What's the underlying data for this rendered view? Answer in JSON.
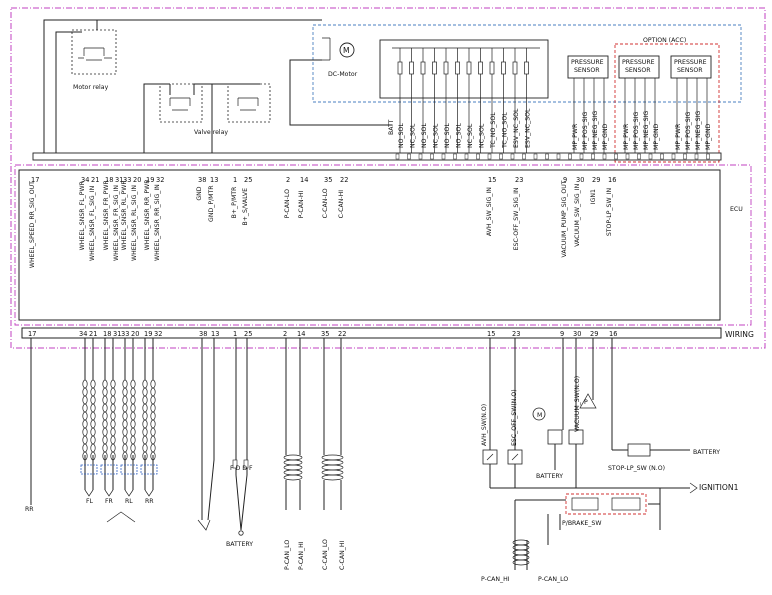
{
  "top": {
    "motor_relay": "Motor relay",
    "valve_relay": "Valve relay",
    "dc_motor": "DC-Motor",
    "motor_symbol": "M",
    "option_acc": "OPTION (ACC)",
    "pressure_sensor": [
      "PRESSURE",
      "SENSOR"
    ],
    "batt": "BATT",
    "solenoids": [
      "NO_SOL",
      "NC_SOL",
      "NO_SOL",
      "NC_SOL",
      "NO_SOL",
      "NO_SOL",
      "NC_SOL",
      "NC_SOL",
      "TC_NO_SOL",
      "TC_NO_SOL",
      "ESV_NC_SOL",
      "ESV_NC_SOL"
    ],
    "sensor_pins": [
      "MP_PWR",
      "MP_POS_SIG",
      "MP_NEG_SIG",
      "MP_GND",
      "MP_PWR",
      "MP_POS_SIG",
      "MP_NEG_SIG",
      "MP_GND",
      "MP_PWR",
      "MP_POS_SIG",
      "MP_NEG_SIG",
      "MP_GND"
    ]
  },
  "ecu": {
    "label": "ECU",
    "pins": [
      {
        "num": "17",
        "name": "WHEEL_SPEED_RR_SIG_OUT"
      },
      {
        "num": "34",
        "name": "WHEEL_SNSR_FL_PWR"
      },
      {
        "num": "21",
        "name": "WHEEL_SNSR_FL_SIG_IN"
      },
      {
        "num": "18",
        "name": "WHEEL_SNSR_FR_PWR"
      },
      {
        "num": "31",
        "name": "WHEEL_SNSR_FR_SIG_IN"
      },
      {
        "num": "33",
        "name": "WHEEL_SNSR_RL_PWR"
      },
      {
        "num": "20",
        "name": "WHEEL_SNSR_RL_SIG_IN"
      },
      {
        "num": "19",
        "name": "WHEEL_SNSR_RR_PWR"
      },
      {
        "num": "32",
        "name": "WHEEL_SNSR_RR_SIG_IN"
      },
      {
        "num": "38",
        "name": "GND"
      },
      {
        "num": "13",
        "name": "GND_P/MTR"
      },
      {
        "num": "1",
        "name": "B+_P/MTR"
      },
      {
        "num": "25",
        "name": "B+_S/VALVE"
      },
      {
        "num": "2",
        "name": "P-CAN-LO"
      },
      {
        "num": "14",
        "name": "P-CAN-HI"
      },
      {
        "num": "35",
        "name": "C-CAN-LO"
      },
      {
        "num": "22",
        "name": "C-CAN-HI"
      },
      {
        "num": "15",
        "name": "AVH_SW_SIG_IN"
      },
      {
        "num": "23",
        "name": "ESC-OFF_SW_SIG_IN"
      },
      {
        "num": "9",
        "name": "VACUUM_PUMP_SIG_OUT"
      },
      {
        "num": "30",
        "name": "VACUUM_SW_SIG_IN"
      },
      {
        "num": "29",
        "name": "IGN1"
      },
      {
        "num": "16",
        "name": "STOP-LP_SW_IN"
      }
    ]
  },
  "wiring": {
    "label": "WIRING",
    "pin_numbers": [
      "17",
      "34",
      "21",
      "18",
      "31",
      "33",
      "20",
      "19",
      "32",
      "38",
      "13",
      "1",
      "25",
      "2",
      "14",
      "35",
      "22",
      "15",
      "23",
      "9",
      "30",
      "29",
      "16"
    ]
  },
  "bottom": {
    "rr": "RR",
    "wheels": [
      "FL",
      "FR",
      "RL",
      "RR"
    ],
    "fuse": "F D D F",
    "battery": "BATTERY",
    "can_lines": [
      "P-CAN_LO",
      "P-CAN_HI",
      "C-CAN_LO",
      "C-CAN_HI"
    ],
    "avh_sw": "AVH_SW(N.O)",
    "esc_sw": "ESC_OFF_SW(N.O)",
    "vacuum_sw": "VACUUM_SW(N.O)",
    "pump_symbol": "M",
    "p_symbol": "P",
    "battery2": "BATTERY",
    "stoplp_sw": "STOP-LP_SW (N.O)",
    "battery3": "BATTERY",
    "ignition": "IGNITION1",
    "pbrake": "P/BRAKE_SW",
    "pcan_hi": "P-CAN_HI",
    "pcan_lo": "P-CAN_LO"
  }
}
